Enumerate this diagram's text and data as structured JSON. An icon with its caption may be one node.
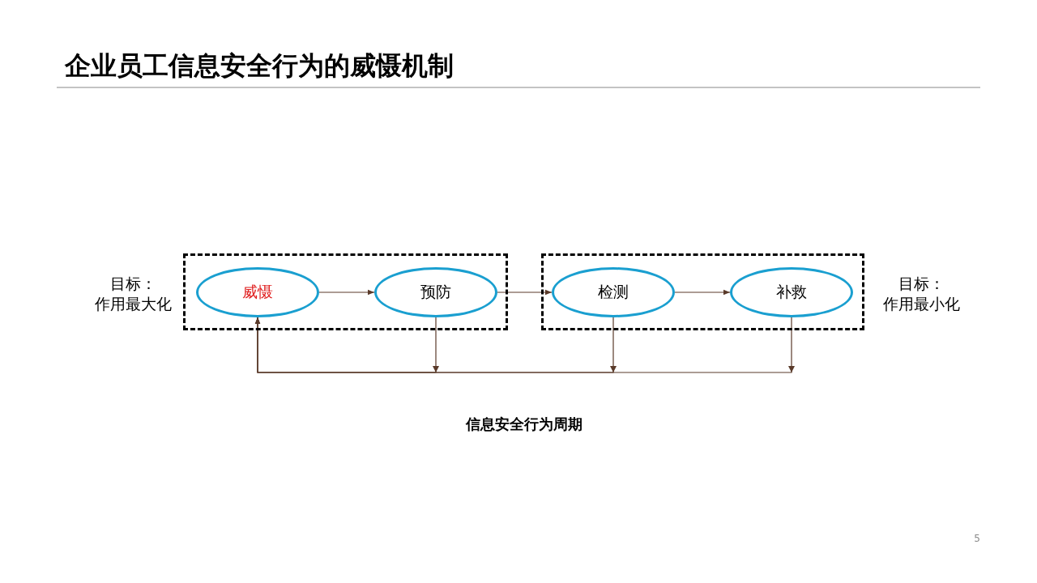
{
  "diagram": {
    "title": "企业员工信息安全行为的威慑机制",
    "caption": "信息安全行为周期",
    "nodes": [
      {
        "text": [],
        "shape": "box"
      },
      {
        "text": [
          "威慑"
        ],
        "in": 0
      },
      {
        "text": [
          "预防"
        ],
        "in": 0
      },
      {
        "text": [],
        "shape": "box"
      },
      {
        "text": [
          "检测"
        ],
        "in": 3
      },
      {
        "text": [
          "补救"
        ],
        "in": 3
      }
    ],
    "edges": [
      {
        "from": 1,
        "to": 2,
        "arrow": "to"
      },
      {
        "from": 2,
        "to": 4,
        "arrow": "to"
      },
      {
        "from": 4,
        "to": 5,
        "arrow": "to"
      },
      {
        "from": 2,
        "to": 1,
        "arrow": "to"
      },
      {
        "from": 4,
        "to": 1,
        "arrow": "to"
      },
      {
        "from": 5,
        "to": 1,
        "arrow": "to"
      }
    ],
    "labels": [
      "目标：作用最大化",
      "目标：作用最小化",
      "5"
    ]
  }
}
